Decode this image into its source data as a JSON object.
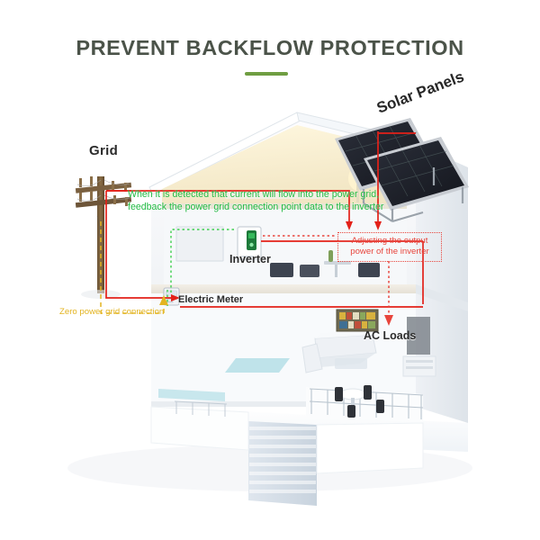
{
  "page": {
    "title": "PREVENT BACKFLOW PROTECTION",
    "accent_color": "#6f9e42",
    "title_color": "#4b5349",
    "background": "#ffffff"
  },
  "diagram": {
    "type": "solar-backflow-protection-system",
    "labels": {
      "grid": "Grid",
      "solar_panels": "Solar Panels",
      "inverter": "Inverter",
      "electric_meter": "Electric Meter",
      "ac_loads": "AC Loads"
    },
    "annotations": [
      {
        "id": "detection-note",
        "color": "#22bb44",
        "style": "plain-text",
        "line1": "When it is detected that current will flow into the power grid,",
        "line2": "feedback the power grid connection point data to the inverter"
      },
      {
        "id": "adjust-note",
        "color": "#e8453c",
        "style": "dotted-box",
        "line1": "Adjusting the output",
        "line2": "power of the inverter"
      },
      {
        "id": "zero-export-note",
        "color": "#e3b421",
        "style": "plain-text",
        "line1": "Zero power grid connection"
      }
    ],
    "flows": [
      {
        "name": "power-line-red",
        "color": "#e32119",
        "style": "solid",
        "meaning": "AC power wiring"
      },
      {
        "name": "data-line-green",
        "color": "#3fcf4f",
        "style": "dotted",
        "meaning": "meter feedback data to inverter"
      },
      {
        "name": "zero-export-line-yellow",
        "color": "#e3b421",
        "style": "dashed",
        "meaning": "zero power grid connection"
      },
      {
        "name": "inverter-adjust-line-red",
        "color": "#e8453c",
        "style": "dotted",
        "meaning": "inverter output adjustment"
      }
    ]
  }
}
